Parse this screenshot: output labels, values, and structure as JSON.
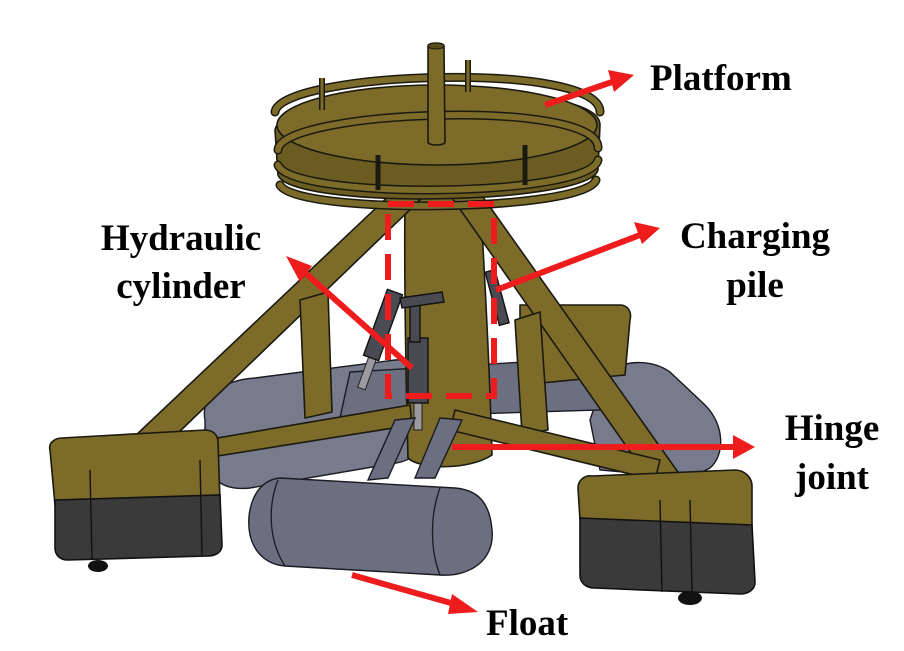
{
  "figure": {
    "subject": "Floating charging platform structure",
    "colors": {
      "frame": "#7d6b2a",
      "base_bottom": "#3a3a3a",
      "float": "#6b6f80",
      "hydraulic_cylinder": "#4a4a52",
      "annotation": "#ee1c1c",
      "label_text": "#000000",
      "background": "#ffffff"
    }
  },
  "labels": {
    "platform": "Platform",
    "hydraulic_cylinder_line1": "Hydraulic",
    "hydraulic_cylinder_line2": "cylinder",
    "charging_pile_line1": "Charging",
    "charging_pile_line2": "pile",
    "hinge_joint_line1": "Hinge",
    "hinge_joint_line2": "joint",
    "float": "Float"
  },
  "components": [
    {
      "id": "platform",
      "name": "Platform"
    },
    {
      "id": "hydraulic-cylinder",
      "name": "Hydraulic cylinder"
    },
    {
      "id": "charging-pile",
      "name": "Charging pile",
      "highlight": "dashed red box"
    },
    {
      "id": "hinge-joint",
      "name": "Hinge joint"
    },
    {
      "id": "float",
      "name": "Float"
    }
  ]
}
